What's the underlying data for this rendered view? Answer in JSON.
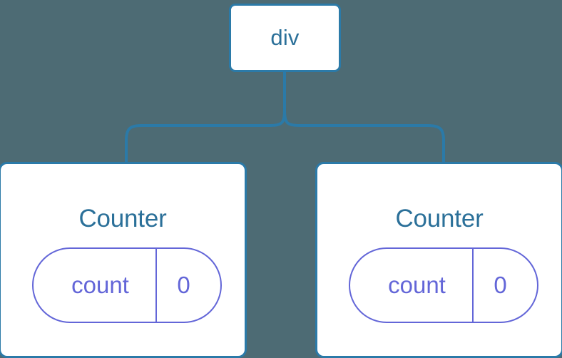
{
  "diagram": {
    "title": "react-component-tree",
    "background_color": "#4d6b74",
    "node_border_color": "#2b7aa8",
    "node_text_color": "#2b7099",
    "pill_color": "#6366d8",
    "connector_color": "#2b7aa8",
    "root": {
      "label": "div"
    },
    "components": [
      {
        "title": "Counter",
        "state": {
          "key": "count",
          "value": "0"
        }
      },
      {
        "title": "Counter",
        "state": {
          "key": "count",
          "value": "0"
        }
      }
    ]
  }
}
